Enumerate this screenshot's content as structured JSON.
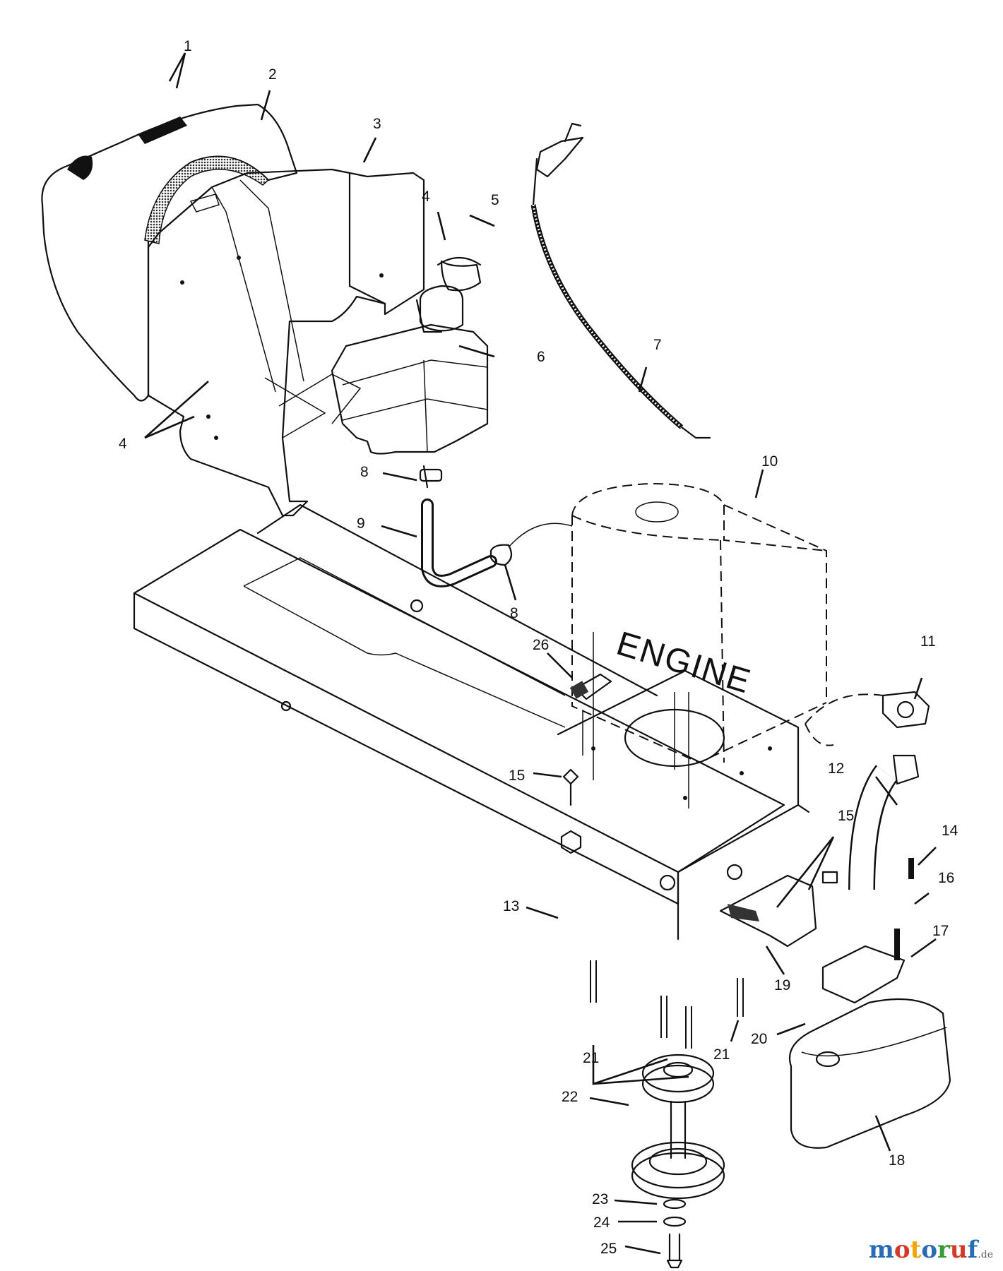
{
  "diagram": {
    "engine_label": "ENGINE",
    "callouts": [
      "1",
      "2",
      "3",
      "4",
      "5",
      "4",
      "6",
      "7",
      "8",
      "9",
      "8",
      "10",
      "11",
      "26",
      "12",
      "15",
      "15",
      "14",
      "16",
      "13",
      "17",
      "19",
      "21",
      "21",
      "20",
      "22",
      "18",
      "23",
      "24",
      "25"
    ]
  },
  "watermark": {
    "letters": [
      "m",
      "o",
      "t",
      "o",
      "r",
      "u",
      "f"
    ],
    "colors": [
      "#2a6bb5",
      "#d23a2a",
      "#f0a500",
      "#2a6bb5",
      "#3a9a3a",
      "#d23a2a",
      "#2a6bb5"
    ],
    "domain": ".de"
  }
}
